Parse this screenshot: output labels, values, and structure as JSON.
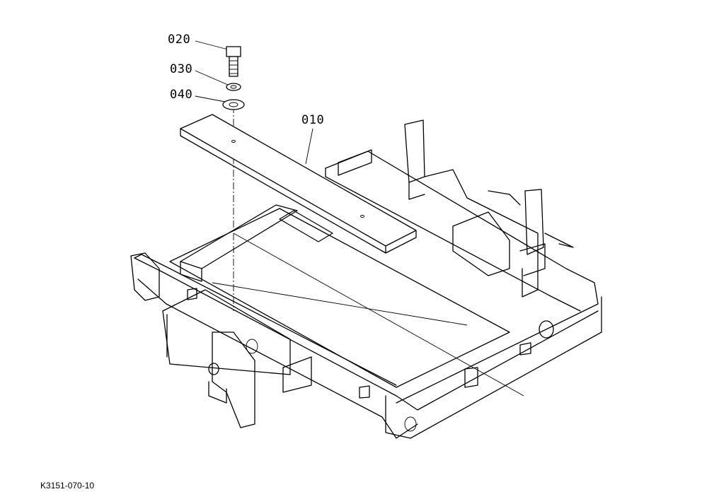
{
  "diagram": {
    "callouts": [
      {
        "id": "020",
        "label": "020"
      },
      {
        "id": "030",
        "label": "030"
      },
      {
        "id": "040",
        "label": "040"
      },
      {
        "id": "010",
        "label": "010"
      }
    ],
    "drawing_code": "K3151-070-10"
  }
}
